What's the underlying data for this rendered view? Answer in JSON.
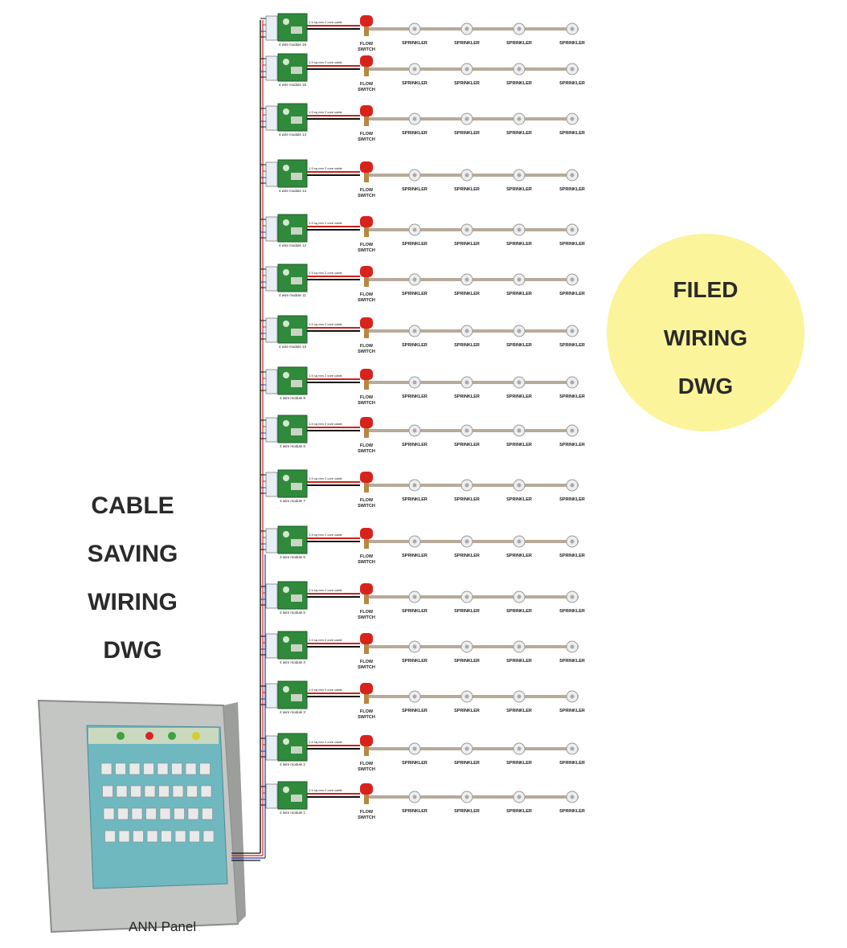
{
  "left_title": {
    "line1": "CABLE",
    "line2": "SAVING",
    "line3": "WIRING",
    "line4": "DWG"
  },
  "filed_title": {
    "line1": "FILED",
    "line2": "WIRING",
    "line3": "DWG"
  },
  "panel": {
    "label": "ANN Panel"
  },
  "device_labels": {
    "flow_switch_1": "FLOW",
    "flow_switch_2": "SWITCH",
    "sprinkler": "SPRINKLER"
  },
  "module_prefix": "4 wire module",
  "module_numbers": [
    16,
    15,
    14,
    13,
    12,
    11,
    10,
    9,
    8,
    7,
    6,
    5,
    4,
    3,
    2,
    1
  ],
  "colors": {
    "circle": "#fbf49a",
    "pipe": "#b7aa99",
    "flow_switch": "#d8221c",
    "module_board": "#2f8a3c",
    "cable_red": "#d0201c",
    "cable_black": "#111111",
    "cable_blue": "#1f3fa8"
  }
}
